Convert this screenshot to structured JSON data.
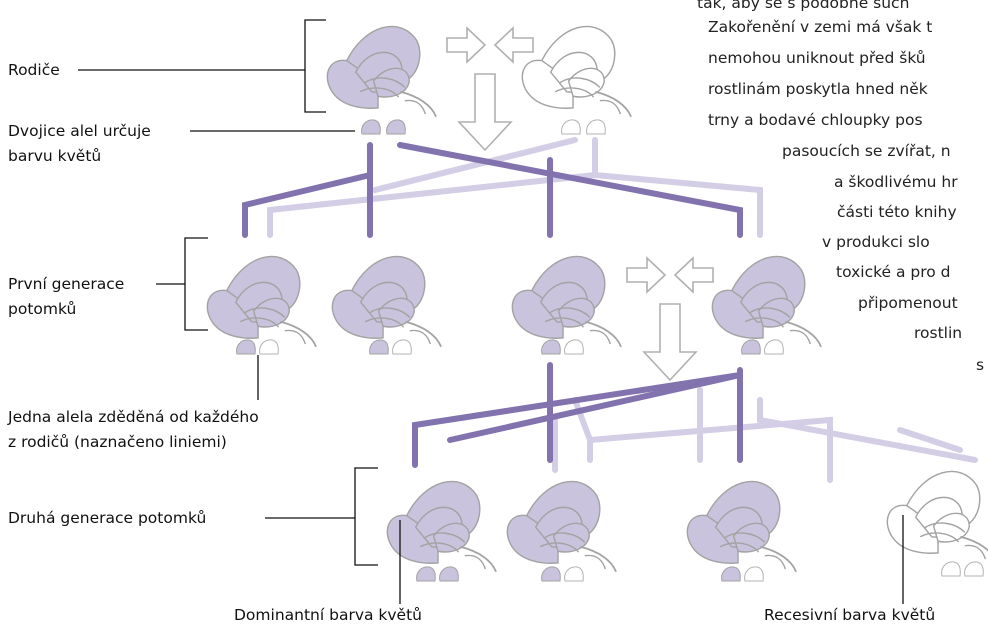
{
  "labels": {
    "parents": "Rodiče",
    "allele_pair_l1": "Dvojice alel určuje",
    "allele_pair_l2": "barvu květů",
    "first_gen_l1": "První generace",
    "first_gen_l2": "potomků",
    "one_allele_l1": "Jedna alela zděděná od každého",
    "one_allele_l2": "z rodičů (naznačeno liniemi)",
    "second_gen": "Druhá generace potomků",
    "dominant": "Dominantní barva květů",
    "recessive": "Recesivní barva květů"
  },
  "body_text": [
    "tak, aby se s podobně such",
    "Zakořenění v zemi má však t",
    "nemohou uniknout před šků",
    "rostlinám poskytla hned něk",
    "trny a bodavé chloupky pos",
    "pasoucích se zvířat, n",
    "a škodlivému hr",
    "části této knihy",
    "v produkci slo",
    "toxické a pro d",
    "připomenout",
    "rostlin",
    "s"
  ],
  "colors": {
    "dominant_fill": "#c9c3dd",
    "dominant_line": "#8272ad",
    "recessive_line": "#d3cde6",
    "outline": "#a9a9a9"
  }
}
